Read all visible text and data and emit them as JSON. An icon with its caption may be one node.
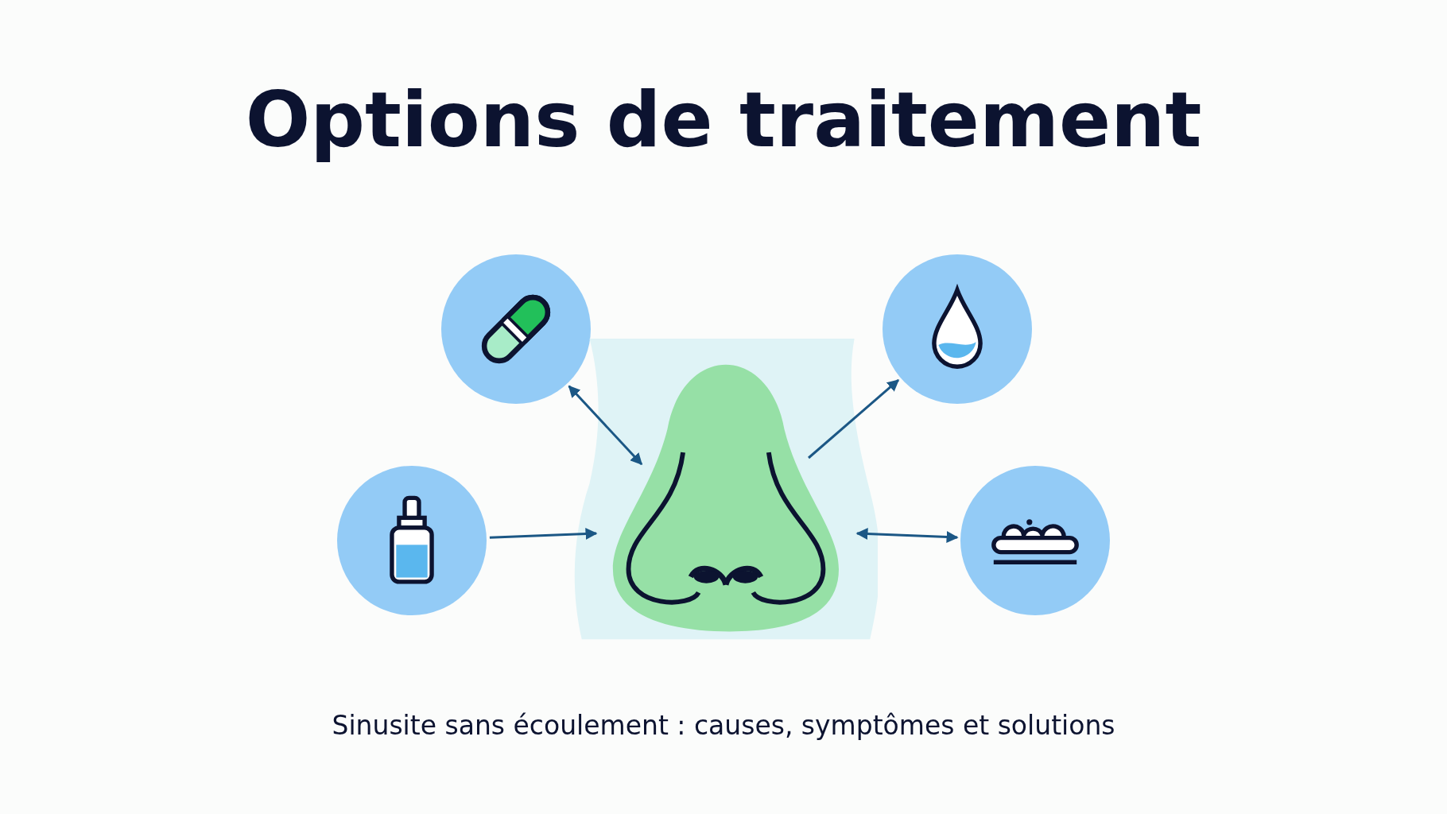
{
  "diagram": {
    "title": "Options de traitement",
    "caption": "Sinusite sans écoulement : causes, symptômes et solutions",
    "nodes": [
      {
        "text": [],
        "shape": "circle"
      },
      {
        "text": [],
        "shape": "circle"
      },
      {
        "text": [],
        "shape": "circle"
      },
      {
        "text": [],
        "shape": "picture"
      },
      {
        "text": [],
        "shape": "circle"
      }
    ],
    "edges": [
      {
        "from": 0,
        "to": 3,
        "arrow": "both"
      },
      {
        "from": 3,
        "to": 1,
        "arrow": "to"
      },
      {
        "from": 2,
        "to": 3,
        "arrow": "to"
      },
      {
        "from": 3,
        "to": 4,
        "arrow": "both"
      }
    ]
  }
}
